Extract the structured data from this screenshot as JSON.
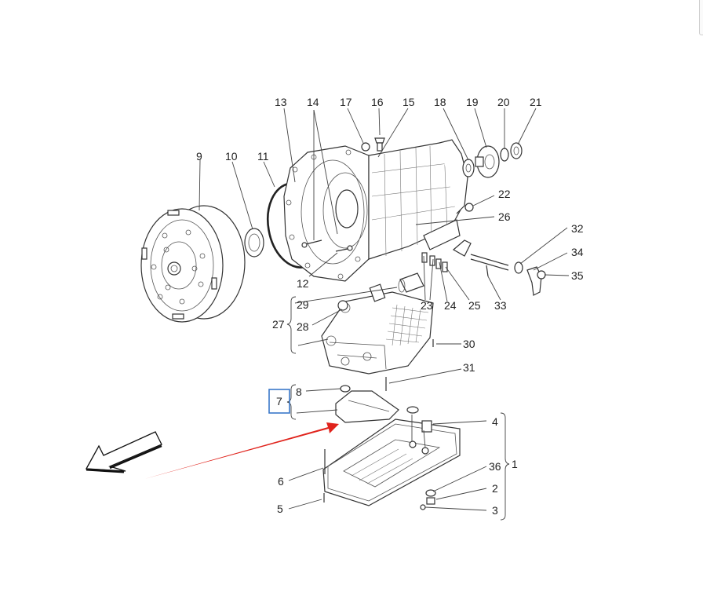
{
  "callouts": [
    {
      "id": "c13",
      "text": "13"
    },
    {
      "id": "c14",
      "text": "14"
    },
    {
      "id": "c17",
      "text": "17"
    },
    {
      "id": "c16",
      "text": "16"
    },
    {
      "id": "c15",
      "text": "15"
    },
    {
      "id": "c18",
      "text": "18"
    },
    {
      "id": "c19",
      "text": "19"
    },
    {
      "id": "c20",
      "text": "20"
    },
    {
      "id": "c21",
      "text": "21"
    },
    {
      "id": "c9",
      "text": "9"
    },
    {
      "id": "c10",
      "text": "10"
    },
    {
      "id": "c11",
      "text": "11"
    },
    {
      "id": "c22",
      "text": "22"
    },
    {
      "id": "c26",
      "text": "26"
    },
    {
      "id": "c32",
      "text": "32"
    },
    {
      "id": "c34",
      "text": "34"
    },
    {
      "id": "c35",
      "text": "35"
    },
    {
      "id": "c12",
      "text": "12"
    },
    {
      "id": "c29",
      "text": "29"
    },
    {
      "id": "c23",
      "text": "23"
    },
    {
      "id": "c24",
      "text": "24"
    },
    {
      "id": "c25",
      "text": "25"
    },
    {
      "id": "c33",
      "text": "33"
    },
    {
      "id": "c27",
      "text": "27"
    },
    {
      "id": "c28",
      "text": "28"
    },
    {
      "id": "c30",
      "text": "30"
    },
    {
      "id": "c31",
      "text": "31"
    },
    {
      "id": "c8",
      "text": "8"
    },
    {
      "id": "c7",
      "text": "7"
    },
    {
      "id": "c4",
      "text": "4"
    },
    {
      "id": "c1",
      "text": "1"
    },
    {
      "id": "c36",
      "text": "36"
    },
    {
      "id": "c6",
      "text": "6"
    },
    {
      "id": "c2",
      "text": "2"
    },
    {
      "id": "c5",
      "text": "5"
    },
    {
      "id": "c3",
      "text": "3"
    }
  ],
  "selected_callout": "7",
  "colors": {
    "highlight_box": "#3a78c9",
    "red_arrow": "#e0231c",
    "line": "#333333"
  },
  "icons": {
    "direction_arrow": "outline-arrow-icon",
    "pointer_arrow": "red-arrow-icon"
  }
}
